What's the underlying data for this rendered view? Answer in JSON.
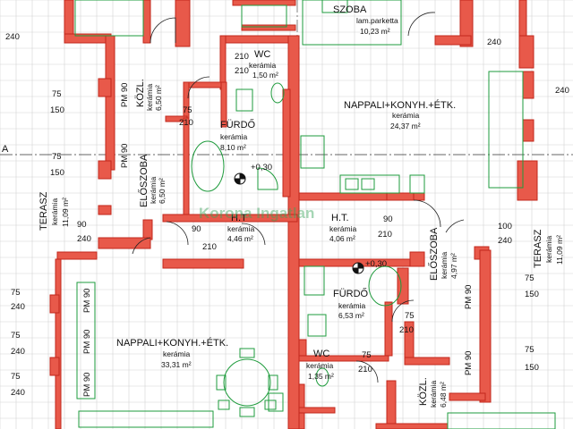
{
  "watermark": "Korona Ingatlan",
  "rooms": {
    "szoba": {
      "name": "SZOBA",
      "material": "lam.parketta",
      "area": "10,23 m²"
    },
    "wc_top": {
      "name": "WC",
      "material": "kerámia",
      "area": "1,50 m²"
    },
    "kozl_top": {
      "name": "KÖZL.",
      "material": "kerámia",
      "area": "6,50 m²"
    },
    "furdo_top": {
      "name": "FÜRDŐ",
      "material": "kerámia",
      "area": "8,10 m²"
    },
    "nappali_top": {
      "name": "NAPPALI+KONYH.+ÉTK.",
      "material": "kerámia",
      "area": "24,37 m²"
    },
    "eloszoba_left": {
      "name": "ELŐSZOBA",
      "material": "kerámia",
      "area": "6,50 m²"
    },
    "terasz_left": {
      "name": "TERASZ",
      "material": "kerámia",
      "area": "11,09 m²"
    },
    "ht_left": {
      "name": "H.T",
      "material": "kerámia",
      "area": "4,46 m²"
    },
    "ht_right": {
      "name": "H.T.",
      "material": "kerámia",
      "area": "4,06 m²"
    },
    "eloszoba_right": {
      "name": "ELŐSZOBA",
      "material": "kerámia",
      "area": "4,97 m²"
    },
    "terasz_right": {
      "name": "TERASZ",
      "material": "kerámia",
      "area": "11,09 m²"
    },
    "furdo_bottom": {
      "name": "FÜRDŐ",
      "material": "kerámia",
      "area": "6,53 m²"
    },
    "nappali_bottom": {
      "name": "NAPPALI+KONYH.+ÉTK.",
      "material": "kerámia",
      "area": "33,31 m²"
    },
    "wc_bottom": {
      "name": "WC",
      "material": "kerámia",
      "area": "1,35 m²"
    },
    "kozl_bottom": {
      "name": "KÖZL.",
      "material": "kerámia",
      "area": "6,48 m²"
    }
  },
  "levels": {
    "top": "+0,30",
    "bottom": "+0,30"
  },
  "pm_label": "PM 90",
  "axis_label": "A",
  "dims": {
    "d75": "75",
    "d150": "150",
    "d240": "240",
    "d210": "210",
    "d90": "90",
    "d100": "100"
  }
}
